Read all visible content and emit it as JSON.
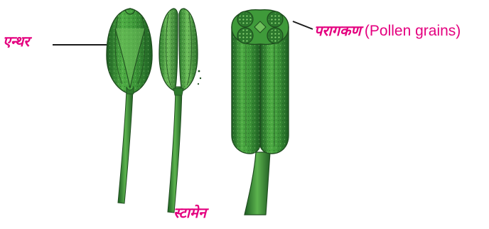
{
  "labels": {
    "anther": "एन्थर",
    "pollen_hindi": "परागकण",
    "pollen_english": "(Pollen grains)",
    "stamen": "स्टामेन"
  },
  "colors": {
    "label": "#e4007f",
    "leader_line": "#1a1a1a",
    "tissue_light": "#6fc05c",
    "tissue_mid": "#3f9a3a",
    "tissue_dark": "#1d5e22",
    "outline": "#1f4d1f"
  },
  "icons": {
    "stamen_closed": "closed-anther-stamen",
    "stamen_open": "opening-anther-stamen",
    "anther_section": "anther-cross-section"
  }
}
